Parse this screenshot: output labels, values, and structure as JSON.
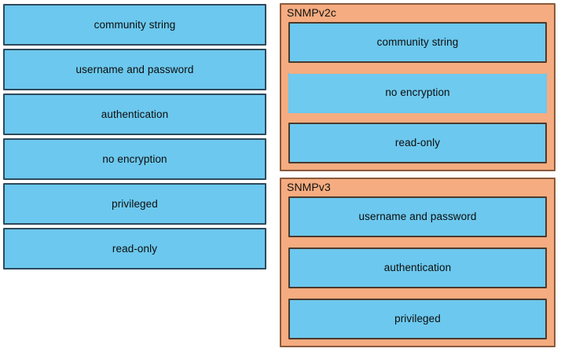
{
  "palette": {
    "tile_fill": "#6CC8EE",
    "tile_border": "#2E4A5C",
    "panel_fill": "#F5AC80",
    "panel_border": "#8A5A3C",
    "slot_border": "#4A3A2E",
    "page_background": "#FFFFFF",
    "text": "#0D0D0D"
  },
  "source_column": {
    "name": "answer-bank",
    "tiles": [
      {
        "label": "community string"
      },
      {
        "label": "username and password"
      },
      {
        "label": "authentication"
      },
      {
        "label": "no encryption"
      },
      {
        "label": "privileged"
      },
      {
        "label": "read-only"
      }
    ]
  },
  "panels": [
    {
      "title": "SNMPv2c",
      "slots": [
        {
          "label": "community string",
          "style": "normal"
        },
        {
          "label": "no encryption",
          "style": "soft"
        },
        {
          "label": "read-only",
          "style": "normal"
        }
      ]
    },
    {
      "title": "SNMPv3",
      "slots": [
        {
          "label": "username and password",
          "style": "normal"
        },
        {
          "label": "authentication",
          "style": "normal"
        },
        {
          "label": "privileged",
          "style": "normal"
        }
      ]
    }
  ]
}
